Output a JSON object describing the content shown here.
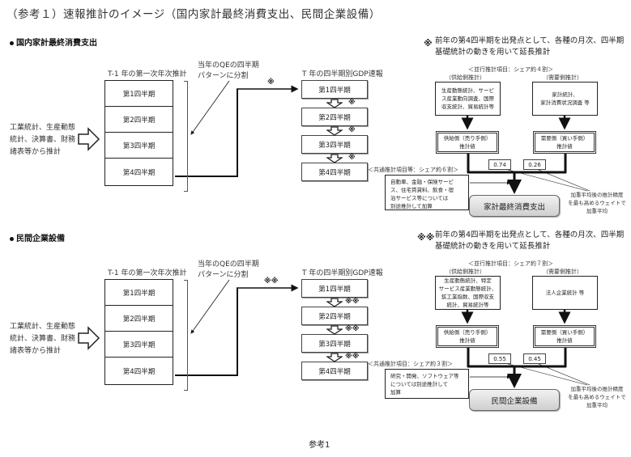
{
  "page_title": "（参考１）速報推計のイメージ（国内家計最終消費支出、民間企業設備）",
  "footer": "参考1",
  "sections": [
    {
      "heading": "国内家計最終消費支出",
      "source_text": [
        "工業統計、生産動態",
        "統計、決算書、財務",
        "諸表等から推計"
      ],
      "annual_label": "T-1 年の第一次年次推計",
      "split_note": [
        "当年のQEの四半期",
        "パターンに分割"
      ],
      "quarters_prev": [
        "第1四半期",
        "第2四半期",
        "第3四半期",
        "第4四半期"
      ],
      "gdp_label": "T 年の四半期別GDP速報",
      "quarters_cur": [
        "第1四半期",
        "第2四半期",
        "第3四半期",
        "第4四半期"
      ],
      "mark": "※",
      "note_mark": "※",
      "note": [
        "前年の第4四半期を出発点として、各種の月次、四半期",
        "基礎統計の動きを用いて延長推計"
      ],
      "leading_items": "＜並行推計項目：シェア約４割＞",
      "supply_label": "（供給側推計）",
      "demand_label": "（需要側推計）",
      "supply_source": [
        "生産動態統計、サービ",
        "ス産業動向調査、国際",
        "収支統計、貿易統計等"
      ],
      "demand_source": [
        "家計統計、",
        "家計消費状況調査 等"
      ],
      "supply_estimate": [
        "供給側（売り手側）",
        "推計値"
      ],
      "demand_estimate": [
        "需要側（買い手側）",
        "推計値"
      ],
      "weight_supply": "0.74",
      "weight_demand": "0.26",
      "common_items": "＜共通推計項目等：シェア約６割＞",
      "common_text": [
        "自動車、金融・保険サービ",
        "ス、住宅賃貸料、飲食・宿",
        "泊サービス等については",
        "別途推計して加算"
      ],
      "result": "家計最終消費支出",
      "weight_note": [
        "加重平均後の推計精度",
        "を最も高めるウェイトで",
        "加重平均"
      ]
    },
    {
      "heading": "民間企業設備",
      "source_text": [
        "工業統計、生産動態",
        "統計、決算書、財務",
        "諸表等から推計"
      ],
      "annual_label": "T-1 年の第一次年次推計",
      "split_note": [
        "当年のQEの四半期",
        "パターンに分割"
      ],
      "quarters_prev": [
        "第1四半期",
        "第2四半期",
        "第3四半期",
        "第4四半期"
      ],
      "gdp_label": "T 年の四半期別GDP速報",
      "quarters_cur": [
        "第1四半期",
        "第2四半期",
        "第3四半期",
        "第4四半期"
      ],
      "mark": "※※",
      "note_mark": "※※",
      "note": [
        "前年の第4四半期を出発点として、各種の月次、四半期",
        "基礎統計の動きを用いて延長推計"
      ],
      "leading_items": "＜並行推計項目：シェア約７割＞",
      "supply_label": "（供給側推計）",
      "demand_label": "（需要側推計）",
      "supply_source": [
        "生産動態統計、特定",
        "サービス産業動態統計、",
        "鉱工業指数、国際収支",
        "統計、貿易統計等"
      ],
      "demand_source": [
        "法人企業統計 等"
      ],
      "supply_estimate": [
        "供給側（売り手側）",
        "推計値"
      ],
      "demand_estimate": [
        "需要側（買い手側）",
        "推計値"
      ],
      "weight_supply": "0.55",
      "weight_demand": "0.45",
      "common_items": "＜共通推計項目：シェア約３割＞",
      "common_text": [
        "研究・開発、ソフトウェア等",
        "については別途推計して",
        "加算"
      ],
      "result": "民間企業設備",
      "weight_note": [
        "加重平均後の推計精度",
        "を最も高めるウェイトで",
        "加重平均"
      ]
    }
  ]
}
